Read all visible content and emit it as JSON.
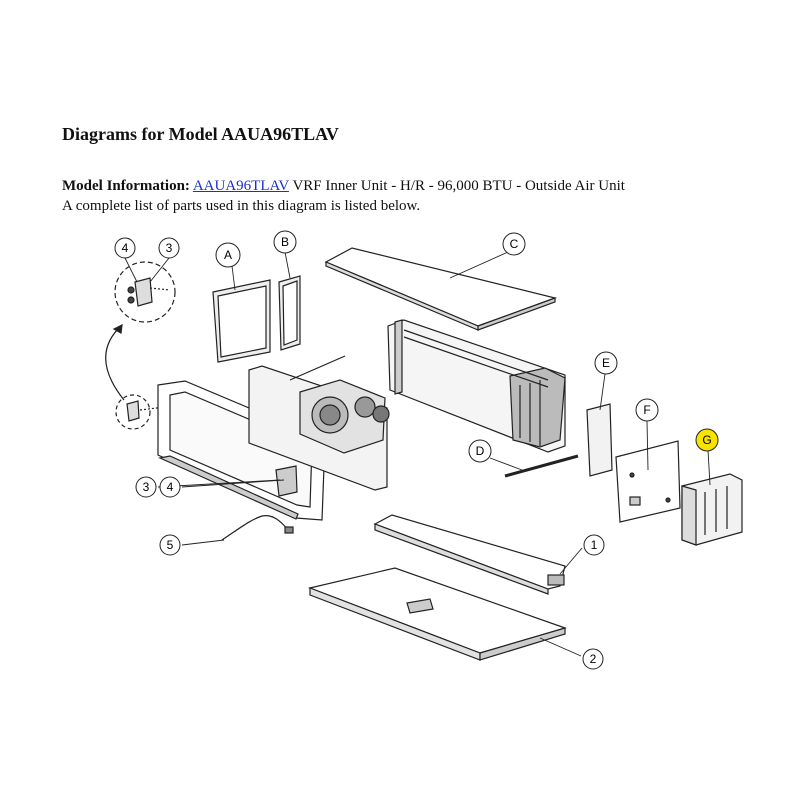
{
  "header": {
    "title": "Diagrams for Model AAUA96TLAV",
    "model_info_label": "Model Information:",
    "model_link_text": "AAUA96TLAV",
    "model_description": "VRF Inner Unit - H/R - 96,000 BTU - Outside Air Unit",
    "list_note": "A complete list of parts used in this diagram is listed below."
  },
  "diagram": {
    "callouts": {
      "A": "A",
      "B": "B",
      "C": "C",
      "D": "D",
      "E": "E",
      "F": "F",
      "G": "G",
      "n1": "1",
      "n2": "2",
      "n3a": "3",
      "n4a": "4",
      "n3b": "3",
      "n4b": "4",
      "n5": "5"
    },
    "highlight_color": "#f6e300"
  }
}
